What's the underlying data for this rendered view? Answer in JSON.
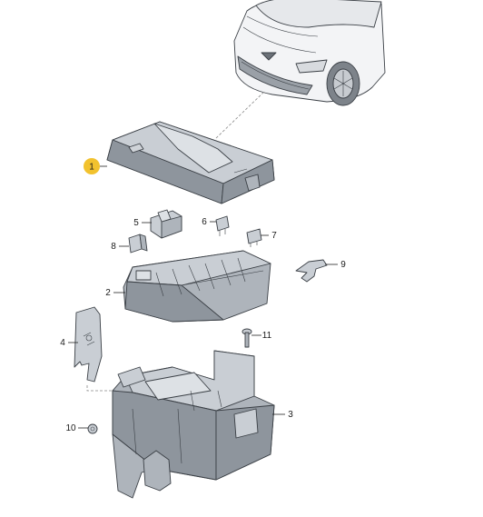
{
  "callouts": [
    {
      "id": "1",
      "label": "1",
      "highlight": true
    },
    {
      "id": "2",
      "label": "2"
    },
    {
      "id": "3",
      "label": "3"
    },
    {
      "id": "4",
      "label": "4"
    },
    {
      "id": "5",
      "label": "5"
    },
    {
      "id": "6",
      "label": "6"
    },
    {
      "id": "7",
      "label": "7"
    },
    {
      "id": "8",
      "label": "8"
    },
    {
      "id": "9",
      "label": "9"
    },
    {
      "id": "10",
      "label": "10"
    },
    {
      "id": "11",
      "label": "11"
    }
  ],
  "colors": {
    "highlight_badge": "#f2c22e",
    "part_fill": "#c9ced4",
    "part_stroke": "#3a3f45",
    "line": "#222222"
  },
  "icons": {
    "vehicle": "car-front-icon",
    "cover": "fuse-box-cover-icon",
    "carrier": "fuse-carrier-icon",
    "housing": "fuse-box-housing-icon",
    "bracket": "bracket-icon",
    "relay": "relay-icon",
    "fuse": "fuse-icon",
    "clip": "clip-icon",
    "screw": "screw-icon",
    "nut": "nut-icon"
  }
}
